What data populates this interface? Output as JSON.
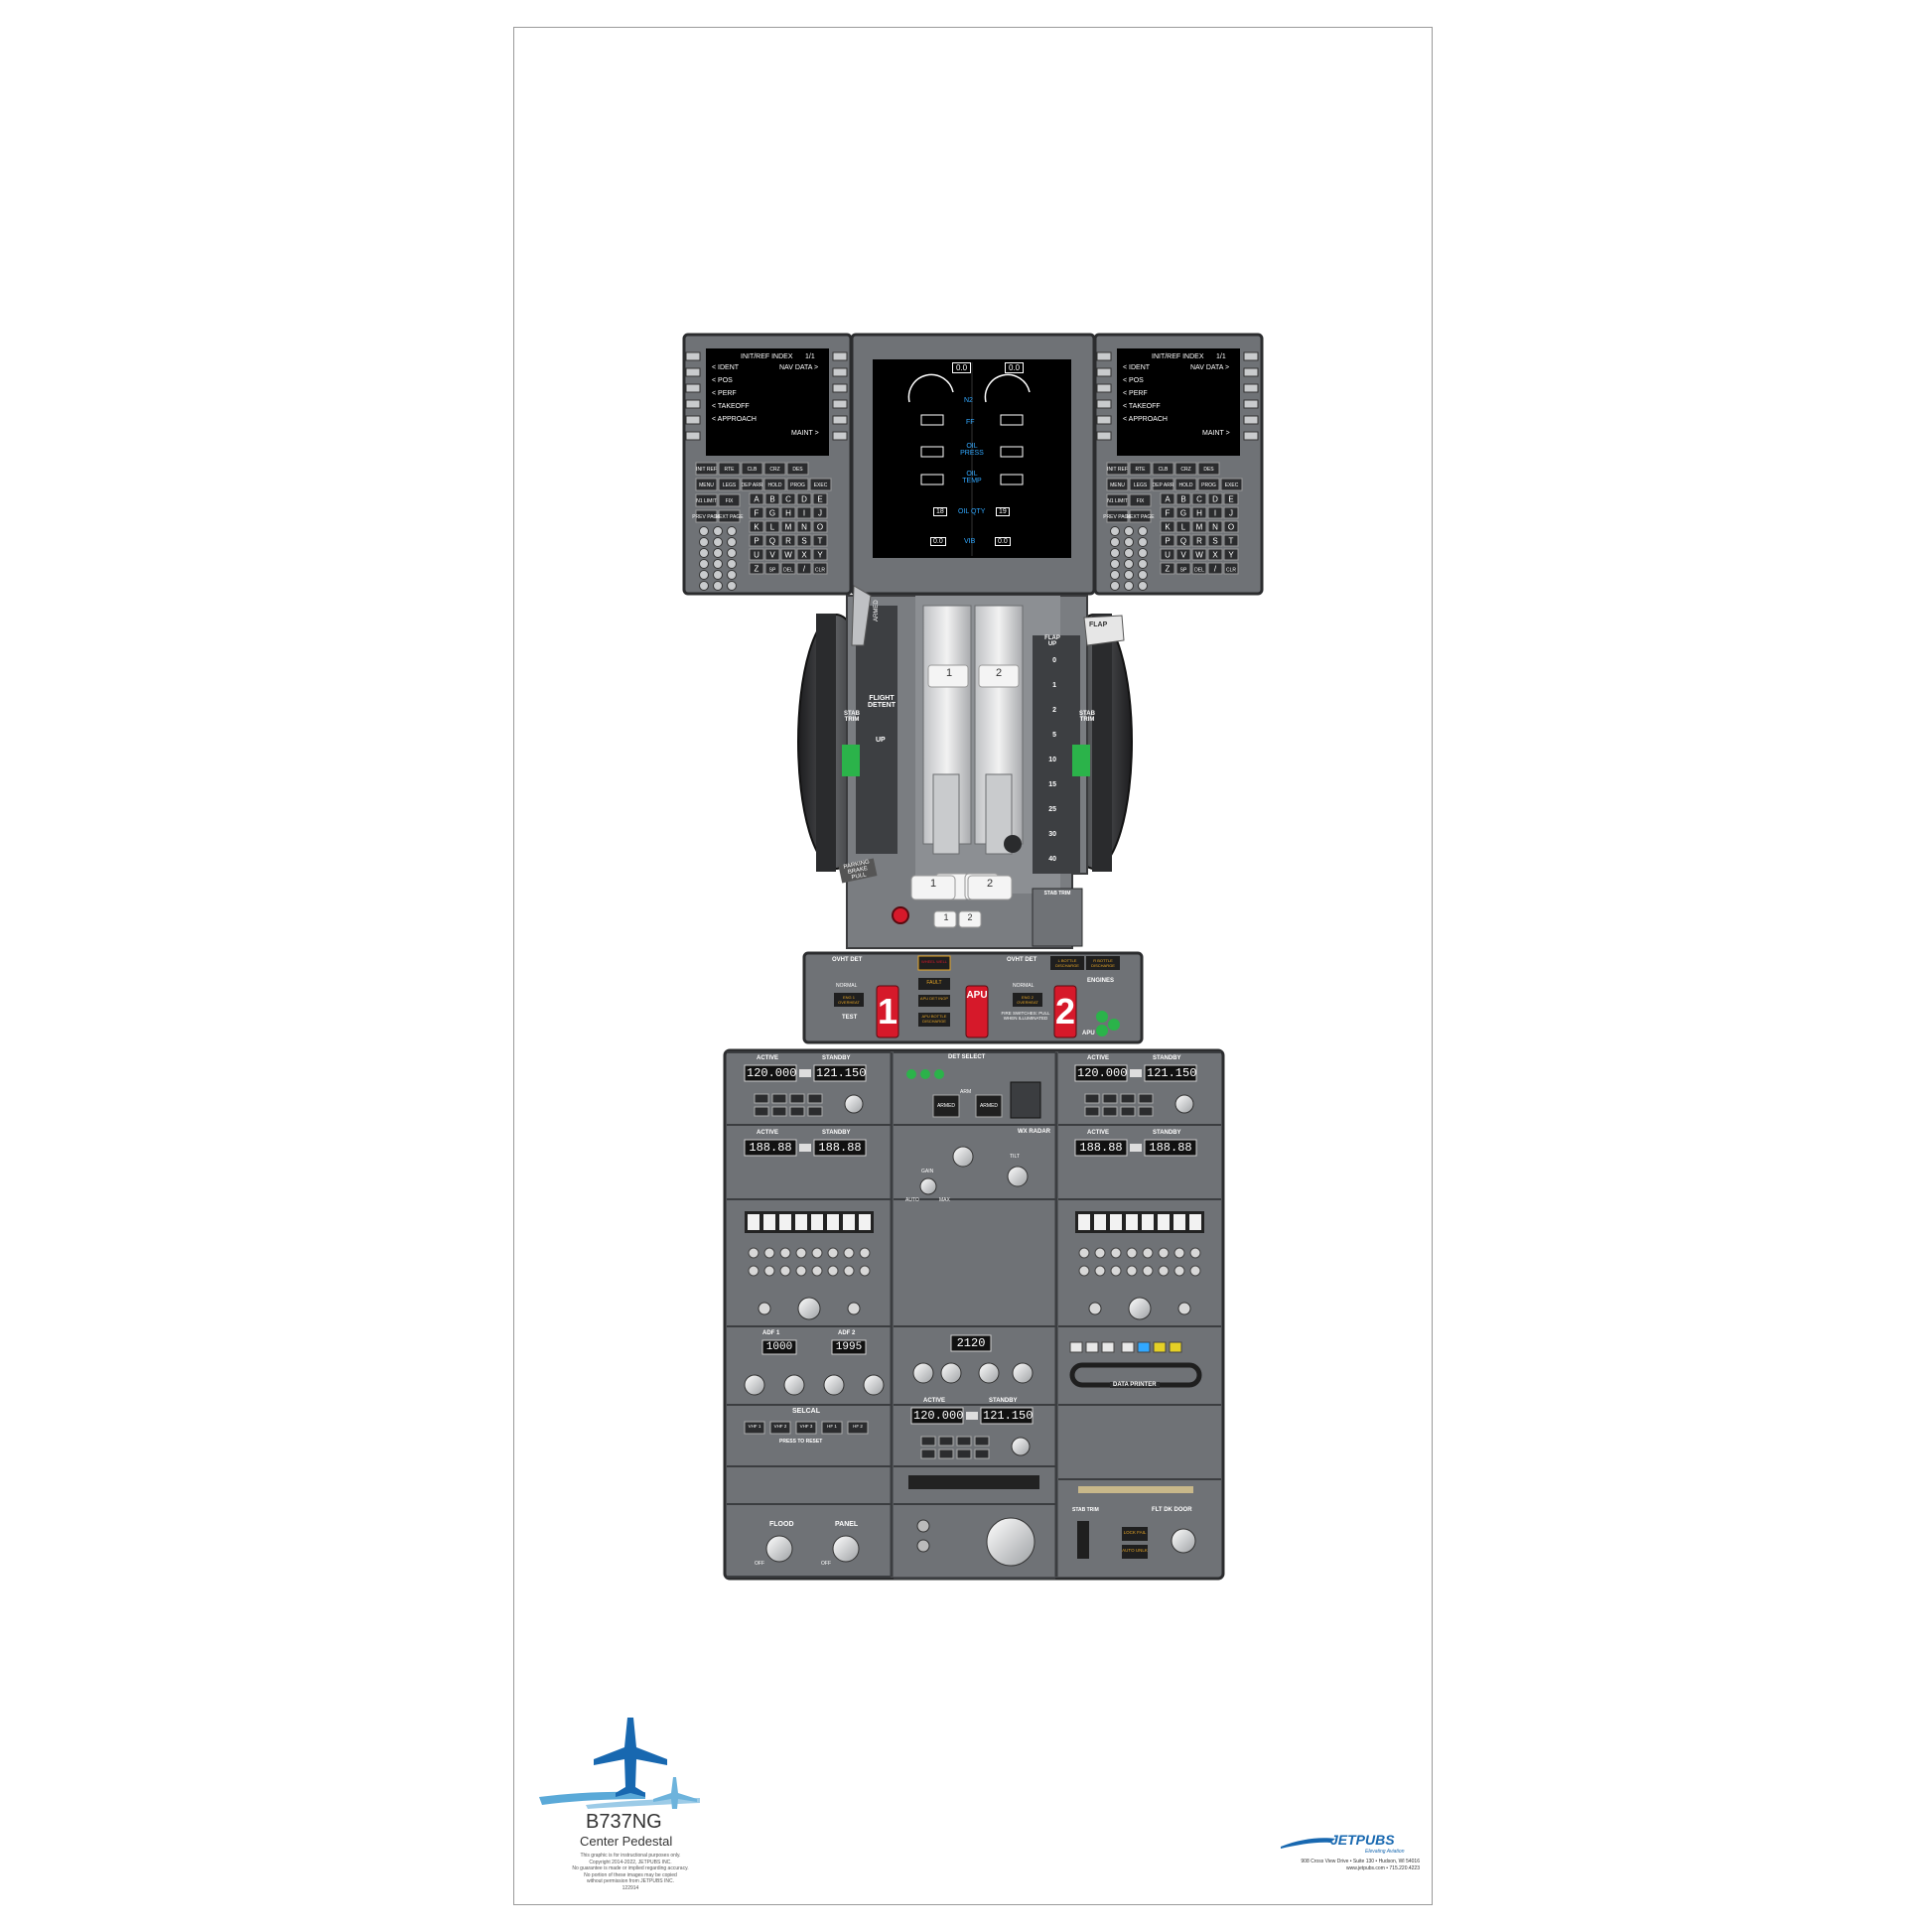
{
  "colors": {
    "panel": "#6f7276",
    "panel_dark": "#4a4c50",
    "frame": "#2b2c2e",
    "screen": "#000000",
    "screen_text": "#ffffff",
    "eicas_cyan": "#31a8ff",
    "warn_red": "#d6192a",
    "amber": "#e5a526",
    "green": "#2bb34a",
    "brand_blue": "#1868b0",
    "brand_light": "#5aa9d8"
  },
  "cdu": {
    "screen": {
      "title": "INIT/REF INDEX",
      "page": "1/1",
      "left_items": [
        "< IDENT",
        "< POS",
        "< PERF",
        "< TAKEOFF",
        "< APPROACH"
      ],
      "nav_data": "NAV DATA >",
      "maint": "MAINT >"
    },
    "fn_keys_row1": [
      "INIT REF",
      "RTE",
      "CLB",
      "CRZ",
      "DES"
    ],
    "fn_keys_row2": [
      "MENU",
      "LEGS",
      "DEP ARR",
      "HOLD",
      "PROG",
      "EXEC"
    ],
    "fn_keys_row3": [
      "N1 LIMIT",
      "FIX"
    ],
    "fn_keys_row4": [
      "PREV PAGE",
      "NEXT PAGE"
    ],
    "letters": [
      "A",
      "B",
      "C",
      "D",
      "E",
      "F",
      "G",
      "H",
      "I",
      "J",
      "K",
      "L",
      "M",
      "N",
      "O",
      "P",
      "Q",
      "R",
      "S",
      "T",
      "U",
      "V",
      "W",
      "X",
      "Y",
      "Z",
      "SP",
      "DEL",
      "/",
      "CLR"
    ]
  },
  "eicas": {
    "n2_left": "0.0",
    "n2_right": "0.0",
    "labels": [
      "N2",
      "FF",
      "OIL PRESS",
      "OIL TEMP",
      "OIL QTY",
      "VIB"
    ],
    "oil_qty_left": "18",
    "oil_qty_right": "19",
    "vib_left": "0.0",
    "vib_right": "0.0"
  },
  "throttle": {
    "speedbrake_label": "ARMED",
    "flight_detent": "FLIGHT DETENT",
    "up_label": "UP",
    "stab_trim": "STAB TRIM",
    "flap_up": "FLAP UP",
    "flap_label": "FLAP",
    "flap_detents": [
      "0",
      "1",
      "2",
      "5",
      "10",
      "15",
      "25",
      "30",
      "40"
    ],
    "lever_left": "1",
    "lever_right": "2",
    "parking_brake": "PARKING BRAKE PULL",
    "stab_trim_switch": "STAB TRIM"
  },
  "fire_panel": {
    "ovht_det_left": "OVHT DET",
    "ovht_det_right": "OVHT DET",
    "normal": "NORMAL",
    "eng1_overheat": "ENG 1 OVERHEAT",
    "eng2_overheat": "ENG 2 OVERHEAT",
    "test": "TEST",
    "fault": "FAULT",
    "apu_det_inop": "APU DET INOP",
    "apu_bottle": "APU BOTTLE DISCHARGE",
    "bottle_l": "L BOTTLE DISCHARGE",
    "bottle_r": "R BOTTLE DISCHARGE",
    "wheel_well": "WHEEL WELL",
    "engines": "ENGINES",
    "apu": "APU",
    "handle_1": "1",
    "handle_apu": "APU",
    "handle_2": "2",
    "instructions": "FIRE SWITCHES: PULL WHEN ILLUMINATED"
  },
  "radios": {
    "active_label": "ACTIVE",
    "standby_label": "STANDBY",
    "vhf_active": "120.000",
    "vhf_standby": "121.150",
    "nav_active": "188.88",
    "nav_standby": "188.88",
    "adf1_label": "ADF 1",
    "adf2_label": "ADF 2",
    "adf1": "1000",
    "adf2": "1995",
    "xpdr": "2120",
    "selcal": "SELCAL",
    "selcal_buttons": [
      "VHF 1",
      "VHF 2",
      "VHF 3",
      "HF 1",
      "HF 2"
    ],
    "press_to_reset": "PRESS TO RESET",
    "det_select": "DET SELECT",
    "armed": "ARMED",
    "arm": "ARM",
    "wx_radar": "WX RADAR",
    "gain": "GAIN",
    "auto": "AUTO",
    "max": "MAX",
    "tilt": "TILT",
    "data_printer": "DATA PRINTER",
    "flood": "FLOOD",
    "panel_light": "PANEL",
    "off": "OFF",
    "stab_trim": "STAB TRIM",
    "flt_dk_door": "FLT DK DOOR",
    "lock_fail": "LOCK FAIL",
    "auto_unlk": "AUTO UNLK"
  },
  "branding": {
    "model": "B737NG",
    "subtitle": "Center Pedestal",
    "disclaimer": [
      "This graphic is for instructional purposes only.",
      "Copyright 2014-2022, JETPUBS INC.",
      "No guarantee is made or implied regarding accuracy.",
      "No portion of these images may be copied",
      "without permission from JETPUBS INC.",
      "122914"
    ],
    "company": "JETPUBS",
    "tagline": "Elevating Aviation",
    "address": "908 Cross View Drive • Suite 130 • Hudson, WI 54016",
    "contact": "www.jetpubs.com • 715.220.4223"
  }
}
